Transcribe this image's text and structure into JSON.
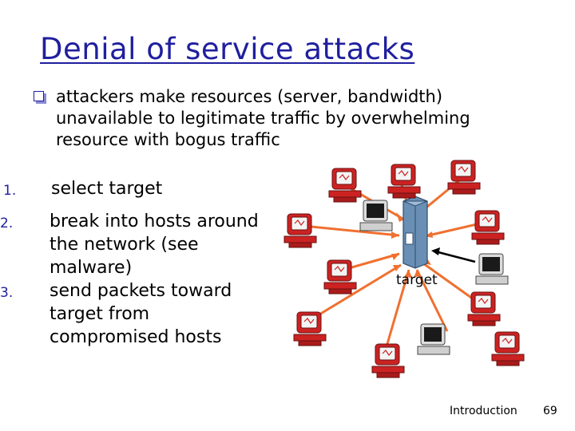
{
  "slide": {
    "title": "Denial of service attacks",
    "bullet": "attackers make resources (server, bandwidth) unavailable to legitimate traffic by overwhelming resource with bogus traffic",
    "steps": [
      {
        "num": "1.",
        "text": "select target"
      },
      {
        "num": "2.",
        "text": "break into hosts around the network (see malware)"
      },
      {
        "num": "3.",
        "text": "send packets toward target from compromised hosts"
      }
    ],
    "diagram": {
      "target_label": "target"
    },
    "footer": {
      "section": "Introduction",
      "page": "69"
    }
  },
  "colors": {
    "title": "#1f1f9f",
    "arrow": "#f07030",
    "host_red": "#cc2222",
    "server": "#6a8fb5"
  }
}
